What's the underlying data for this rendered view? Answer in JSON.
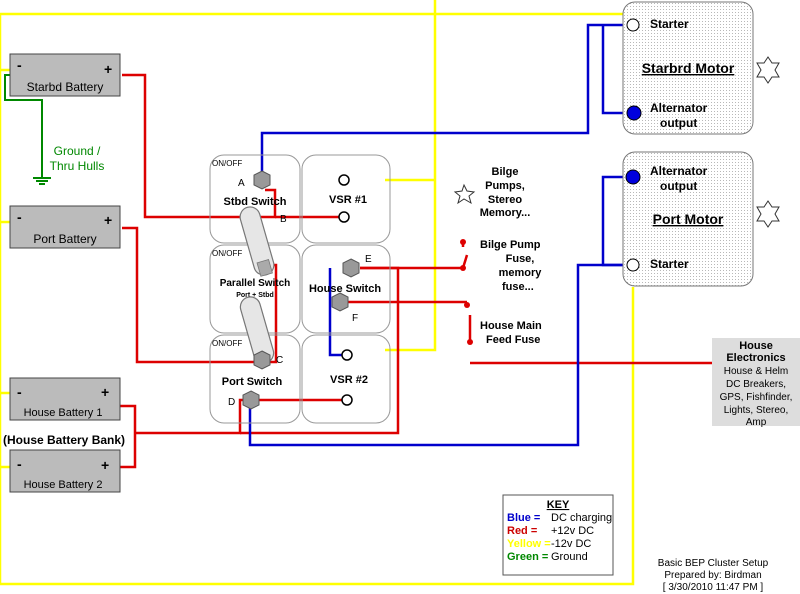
{
  "batteries": {
    "starbd": {
      "label": "Starbd Battery",
      "minus": "-",
      "plus": "+"
    },
    "port": {
      "label": "Port Battery",
      "minus": "-",
      "plus": "+"
    },
    "house1": {
      "label": "House Battery 1",
      "minus": "-",
      "plus": "+"
    },
    "house2": {
      "label": "House Battery 2",
      "minus": "-",
      "plus": "+"
    },
    "bank_label": "(House Battery Bank)"
  },
  "ground": {
    "line1": "Ground /",
    "line2": "Thru Hulls"
  },
  "panel": {
    "stbd_switch": {
      "onoff": "ON/OFF",
      "title": "Stbd Switch",
      "terminal_a": "A",
      "terminal_b": "B"
    },
    "vsr1": {
      "title": "VSR #1"
    },
    "parallel_switch": {
      "onoff": "ON/OFF",
      "title": "Parallel Switch",
      "subtitle": "Port + Stbd"
    },
    "house_switch": {
      "title": "House Switch",
      "terminal_e": "E",
      "terminal_f": "F"
    },
    "port_switch": {
      "onoff": "ON/OFF",
      "title": "Port Switch",
      "terminal_c": "C",
      "terminal_d": "D"
    },
    "vsr2": {
      "title": "VSR #2"
    }
  },
  "motors": {
    "starbrd": {
      "title": "Starbrd Motor",
      "starter": "Starter",
      "alt1": "Alternator",
      "alt2": "output"
    },
    "port": {
      "title": "Port Motor",
      "starter": "Starter",
      "alt1": "Alternator",
      "alt2": "output"
    }
  },
  "loads": {
    "bilge": {
      "l1": "Bilge",
      "l2": "Pumps,",
      "l3": "Stereo",
      "l4": "Memory..."
    },
    "bilge_fuse": {
      "l1": "Bilge Pump",
      "l2": "Fuse,",
      "l3": "memory",
      "l4": "fuse..."
    },
    "house_fuse": {
      "l1": "House Main",
      "l2": "Feed Fuse"
    },
    "house_electronics": {
      "title1": "House",
      "title2": "Electronics",
      "l1": "House & Helm",
      "l2": "DC Breakers,",
      "l3": "GPS, Fishfinder,",
      "l4": "Lights, Stereo,",
      "l5": "Amp"
    }
  },
  "key": {
    "title": "KEY",
    "rows": [
      {
        "name": "Blue =",
        "desc": "DC charging",
        "color": "#0000cc"
      },
      {
        "name": "Red =",
        "desc": "+12v DC",
        "color": "#cc0000"
      },
      {
        "name": "Yellow =",
        "desc": "-12v DC",
        "color": "#ffff00"
      },
      {
        "name": "Green =",
        "desc": "Ground",
        "color": "#008800"
      }
    ]
  },
  "caption": {
    "l1": "Basic BEP Cluster Setup",
    "l2": "Prepared by:  Birdman",
    "l3": "[ 3/30/2010 11:47 PM ]"
  },
  "colors": {
    "blue": "#0000cc",
    "red": "#dd0000",
    "yellow": "#ffff00",
    "green": "#008800",
    "box": "#cccccc",
    "terminal": "#888888"
  }
}
